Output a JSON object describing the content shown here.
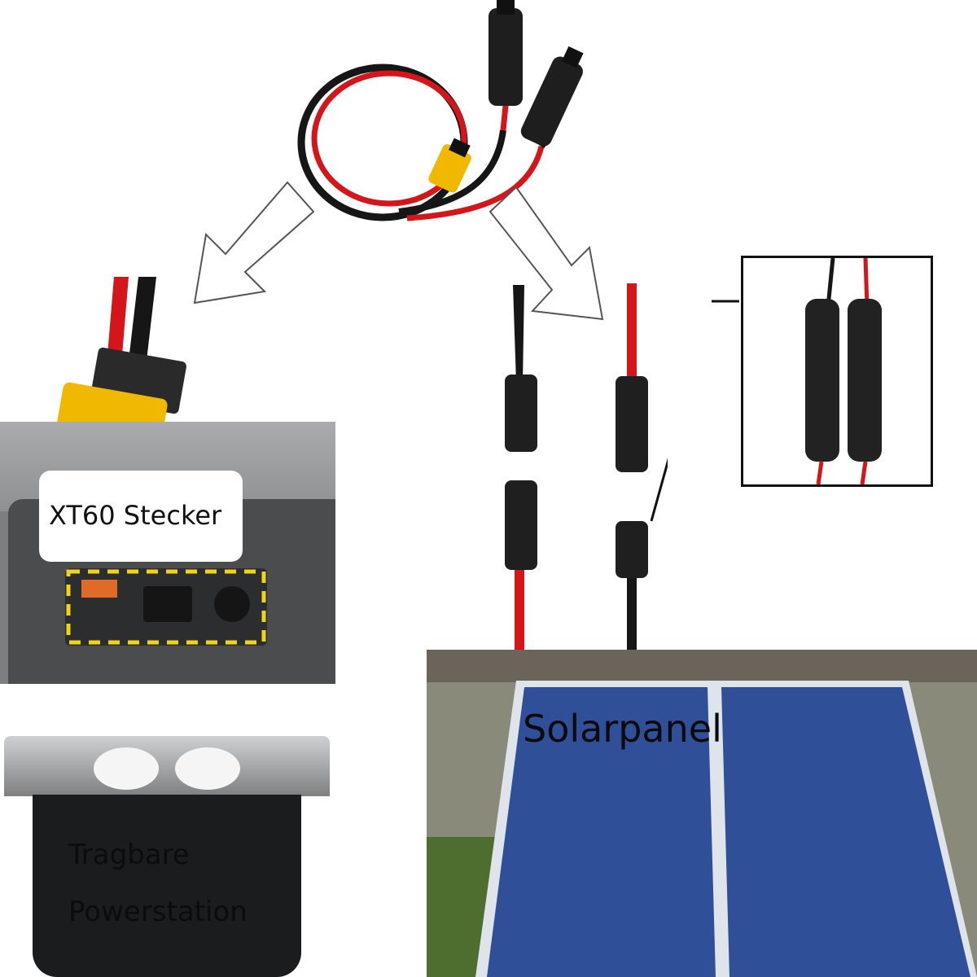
{
  "labels": {
    "connector": "XT60 Stecker",
    "station_line1": "Tragbare",
    "station_line2": "Powerstation",
    "solar": "Solarpanel"
  },
  "colors": {
    "cable_red": "#d4161a",
    "cable_black": "#161616",
    "xt60_yellow": "#f1b800",
    "panel_blue": "#2f4f98",
    "warning_yellow": "#f2d21a"
  },
  "icons": [
    "arrow-left-down-icon",
    "arrow-right-down-icon"
  ]
}
